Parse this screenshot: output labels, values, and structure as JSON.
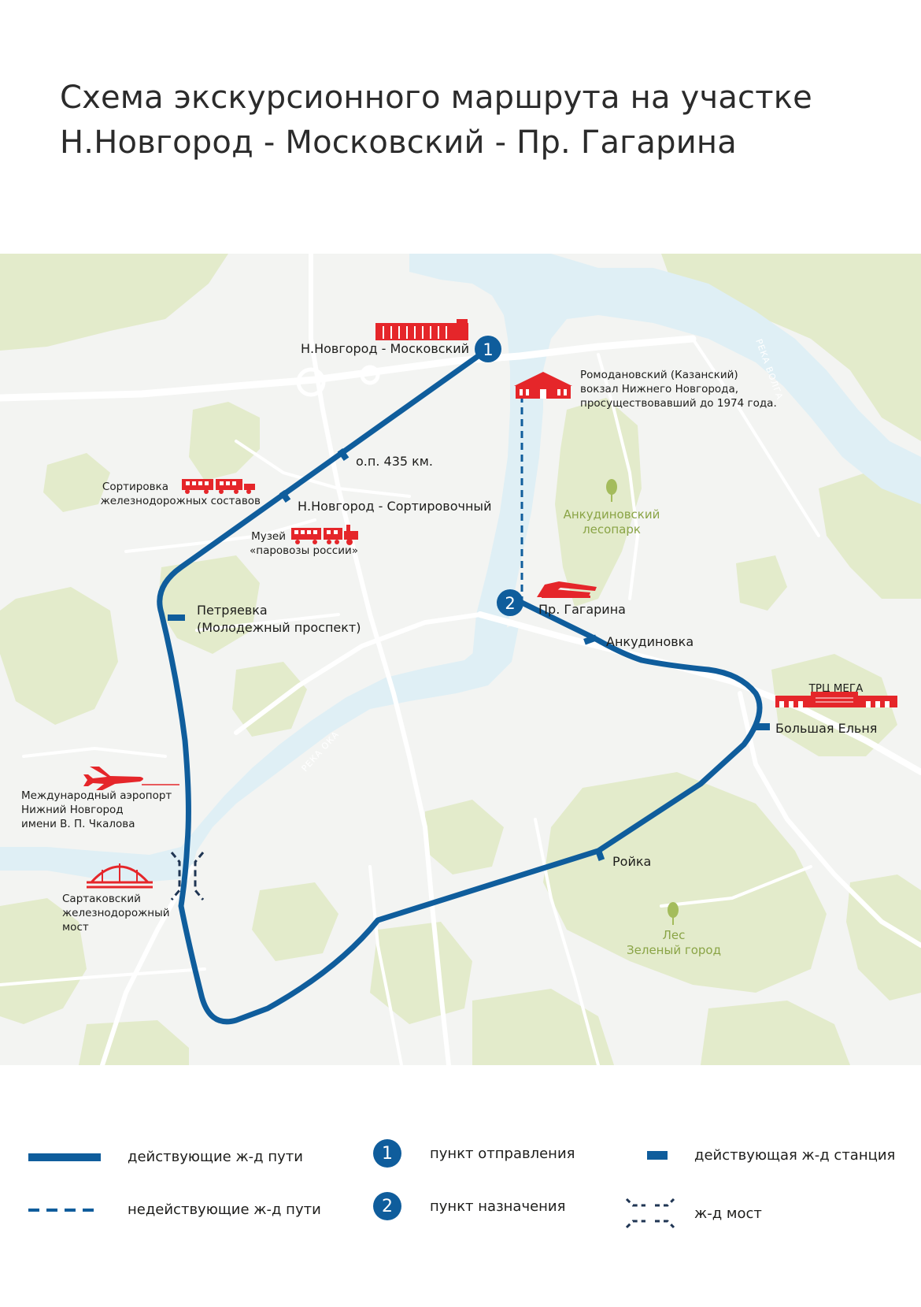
{
  "title": {
    "line1": "Схема экскурсионного маршрута на участке",
    "line2": "Н.Новгород - Московский - Пр. Гагарина"
  },
  "colors": {
    "route": "#0f5d9c",
    "landmark": "#e5262a",
    "forest": "#e3ebcb",
    "water": "#dfeff5",
    "roads": "#ffffff",
    "map_bg": "#f3f4f2",
    "green_text": "#8aa446"
  },
  "stations": {
    "start": {
      "number": "1",
      "name": "Н.Новгород - Московский"
    },
    "end": {
      "number": "2",
      "name": "Пр. Гагарина"
    },
    "op435": "о.п. 435 км.",
    "sortirovochny": "Н.Новгород - Сортировочный",
    "petryaevka_1": "Петряевка",
    "petryaevka_2": "(Молодежный проспект)",
    "ankudinovka": "Анкудиновка",
    "bolshaya_elnya": "Большая Ельня",
    "roika": "Ройка"
  },
  "landmarks": {
    "romodanovsky_1": "Ромодановский (Казанский)",
    "romodanovsky_2": "вокзал Нижнего Новгорода,",
    "romodanovsky_3": "просуществовавший до 1974 года.",
    "sortirovka_1": "Сортировка",
    "sortirovka_2": "железнодорожных составов",
    "museum_1": "Музей",
    "museum_2": "«паровозы россии»",
    "airport_1": "Международный аэропорт",
    "airport_2": "Нижний Новгород",
    "airport_3": "имени В. П. Чкалова",
    "bridge_1": "Сартаковский",
    "bridge_2": "железнодорожный",
    "bridge_3": "мост",
    "mega": "ТРЦ МЕГА"
  },
  "parks": {
    "ankudinovsky_1": "Анкудиновский",
    "ankudinovsky_2": "лесопарк",
    "green_city_1": "Лес",
    "green_city_2": "Зеленый город"
  },
  "rivers": {
    "volga": "РЕКА ВОЛГА",
    "oka": "РЕКА ОКА"
  },
  "legend": {
    "active_tracks": "действующие ж-д пути",
    "inactive_tracks": "недействующие ж-д пути",
    "departure": "пункт отправления",
    "destination": "пункт назначения",
    "active_station": "действующая ж-д станция",
    "bridge": "ж-д мост",
    "departure_number": "1",
    "destination_number": "2"
  }
}
